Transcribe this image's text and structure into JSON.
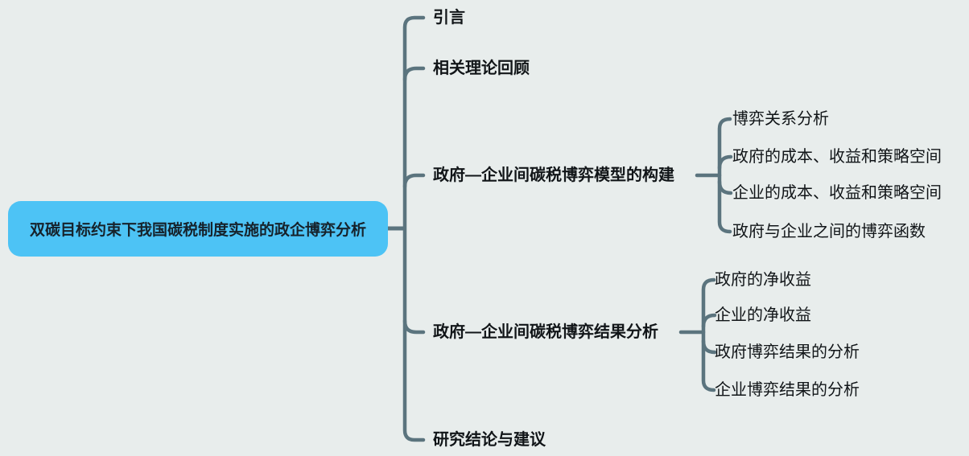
{
  "canvas": {
    "background_color": "#e8edec",
    "line_color": "#5b747e"
  },
  "root": {
    "label": "双碳目标约束下我国碳税制度实施的政企博弈分析",
    "fill_color": "#4dc3f5",
    "text_color": "#16222b"
  },
  "branches": [
    {
      "label": "引言",
      "children": []
    },
    {
      "label": "相关理论回顾",
      "children": []
    },
    {
      "label": "政府—企业间碳税博弈模型的构建",
      "children": [
        "博弈关系分析",
        "政府的成本、收益和策略空间",
        "企业的成本、收益和策略空间",
        "政府与企业之间的博弈函数"
      ]
    },
    {
      "label": "政府—企业间碳税博弈结果分析",
      "children": [
        "政府的净收益",
        "企业的净收益",
        "政府博弈结果的分析",
        "企业博弈结果的分析"
      ]
    },
    {
      "label": "研究结论与建议",
      "children": []
    }
  ]
}
